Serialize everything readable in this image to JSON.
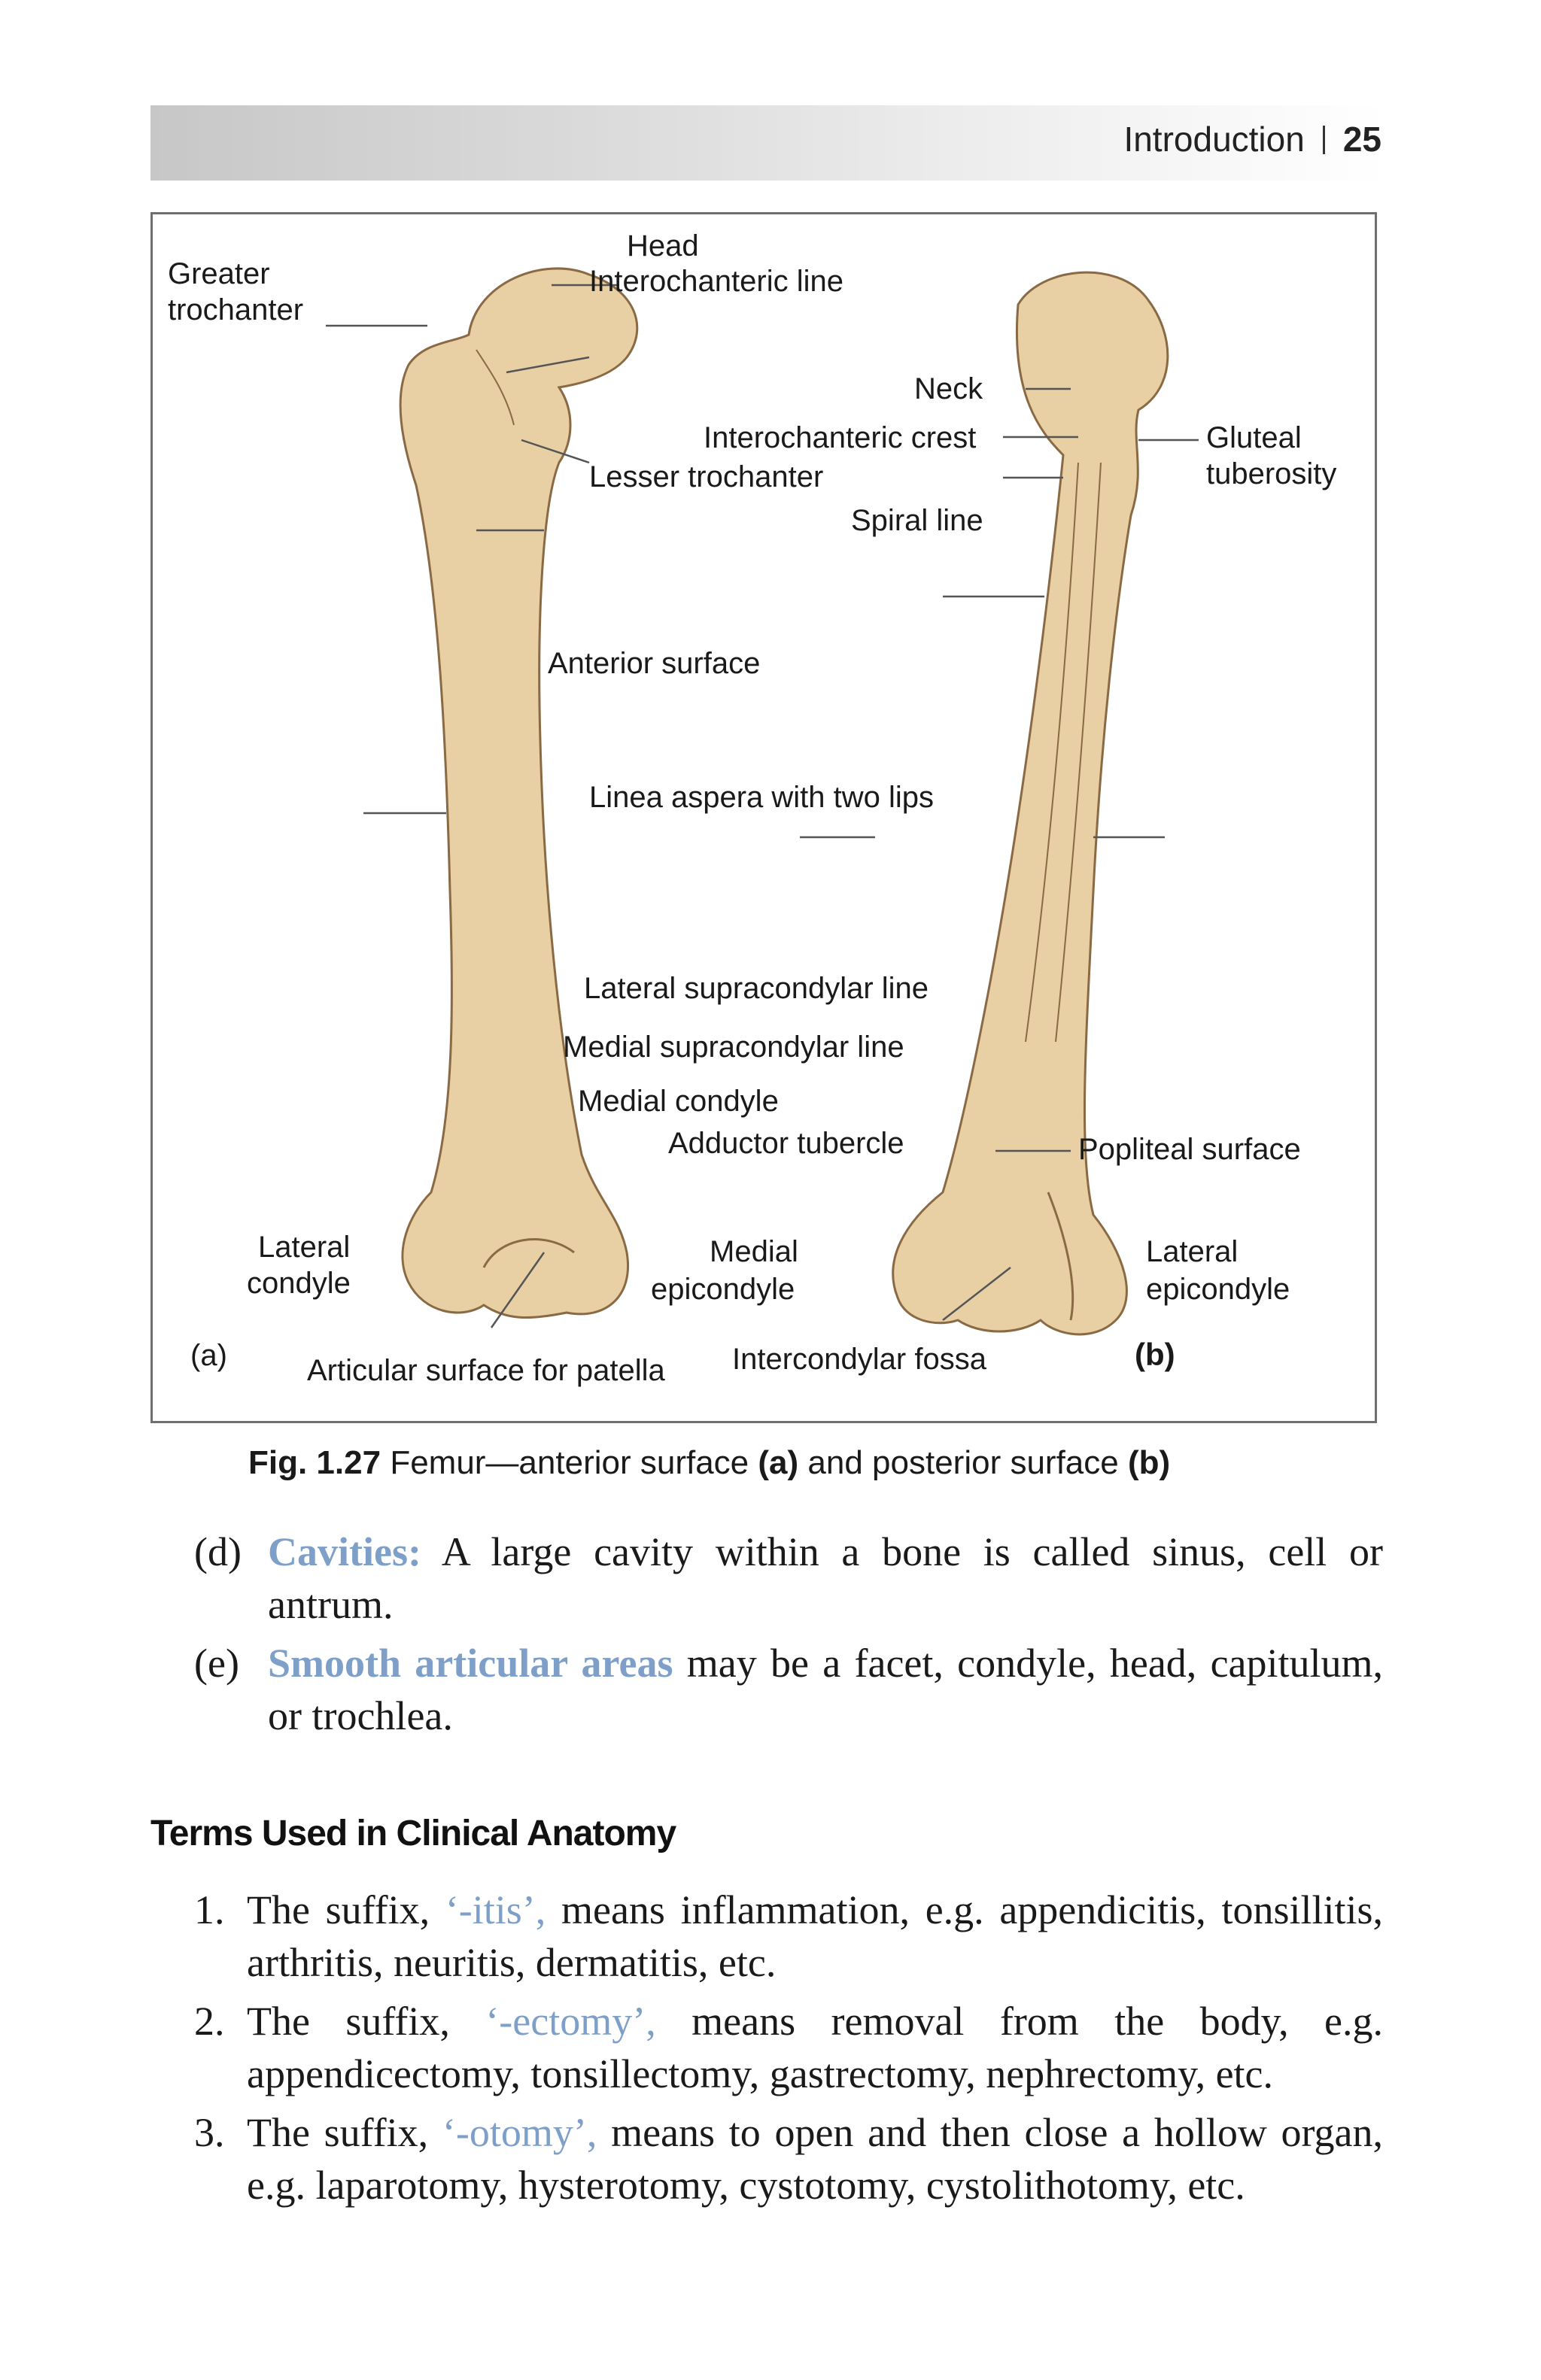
{
  "header": {
    "title": "Introduction",
    "page_number": "25"
  },
  "figure": {
    "labels": {
      "greater_trochanter_1": "Greater",
      "greater_trochanter_2": "trochanter",
      "head": "Head",
      "interochanteric_line": "Interochanteric line",
      "neck": "Neck",
      "interochanteric_crest": "Interochanteric crest",
      "lesser_trochanter": "Lesser trochanter",
      "gluteal_1": "Gluteal",
      "gluteal_2": "tuberosity",
      "spiral_line": "Spiral line",
      "anterior_surface": "Anterior surface",
      "linea_aspera": "Linea aspera with two lips",
      "lateral_supracondylar": "Lateral supracondylar line",
      "medial_supracondylar": "Medial supracondylar line",
      "medial_condyle": "Medial condyle",
      "adductor_tubercle": "Adductor tubercle",
      "popliteal_surface": "Popliteal surface",
      "lateral_condyle_1": "Lateral",
      "lateral_condyle_2": "condyle",
      "medial_epicondyle_1": "Medial",
      "medial_epicondyle_2": "epicondyle",
      "lateral_epicondyle_1": "Lateral",
      "lateral_epicondyle_2": "epicondyle",
      "panel_a": "(a)",
      "articular_surface": "Articular surface for patella",
      "intercondylar_fossa": "Intercondylar fossa",
      "panel_b": "(b)"
    },
    "caption_prefix": "Fig. 1.27",
    "caption_text": "Femur—anterior surface",
    "caption_a": "(a)",
    "caption_and": "and posterior surface",
    "caption_b": "(b)",
    "bone_color": "#e8cfa4",
    "bone_outline": "#8a6a44"
  },
  "paragraphs": [
    {
      "marker": "(d)",
      "highlight": "Cavities:",
      "text": "A large cavity within a bone is called sinus, cell or antrum."
    },
    {
      "marker": "(e)",
      "highlight": "Smooth articular areas",
      "text": "may be a facet, condyle, head, capitulum, or trochlea."
    }
  ],
  "section_title": "Terms Used in Clinical Anatomy",
  "terms": [
    {
      "marker": "1.",
      "prefix": "The suffix,",
      "term": "‘-itis’,",
      "text": "means inflammation, e.g. appendicitis, tonsillitis, arthritis, neuritis, dermatitis, etc."
    },
    {
      "marker": "2.",
      "prefix": "The suffix,",
      "term": "‘-ectomy’,",
      "text": "means removal from the body, e.g. appendicectomy, tonsillectomy, gastrectomy, nephrectomy, etc."
    },
    {
      "marker": "3.",
      "prefix": "The suffix,",
      "term": "‘-otomy’,",
      "text": "means to open and then close a hollow organ, e.g. laparotomy, hysterotomy, cystotomy, cystolithotomy, etc."
    }
  ],
  "colors": {
    "highlight": "#7d9fc8"
  }
}
